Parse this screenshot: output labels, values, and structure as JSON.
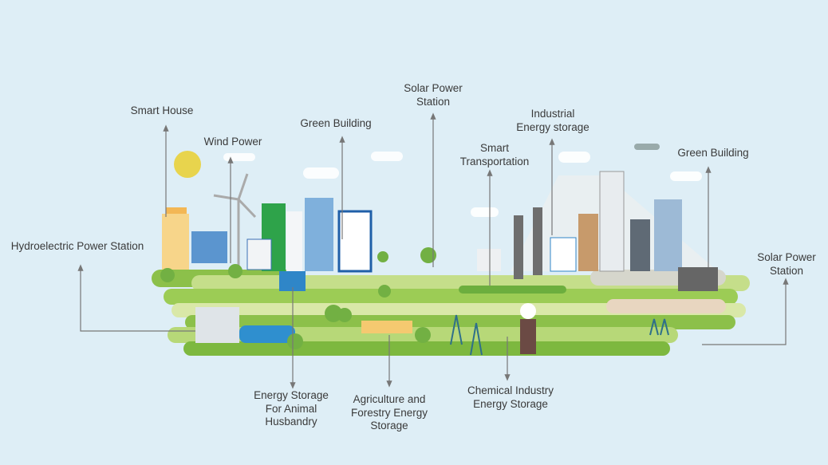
{
  "title": "Smart energy city infographic",
  "colors": {
    "background": "#deeef6",
    "grass_dark": "#8cc04a",
    "grass_light": "#c5de8a",
    "blue": "#2f86c8",
    "arrow": "#777777"
  },
  "labels": {
    "smart_house": [
      "Smart House"
    ],
    "wind_power": [
      "Wind Power"
    ],
    "green_building_left": [
      "Green Building"
    ],
    "solar_power_station_top": [
      "Solar Power",
      "Station"
    ],
    "smart_transportation": [
      "Smart",
      "Transportation"
    ],
    "industrial_energy_storage": [
      "Industrial",
      "Energy storage"
    ],
    "green_building_right": [
      "Green Building"
    ],
    "hydroelectric_power_station": [
      "Hydroelectric Power Station"
    ],
    "solar_power_station_right": [
      "Solar Power",
      "Station"
    ],
    "energy_storage_animal_husbandry": [
      "Energy Storage",
      "For Animal",
      "Husbandry"
    ],
    "agriculture_forestry_energy_storage": [
      "Agriculture and",
      "Forestry Energy",
      "Storage"
    ],
    "chemical_industry_energy_storage": [
      "Chemical Industry",
      "Energy Storage"
    ]
  }
}
